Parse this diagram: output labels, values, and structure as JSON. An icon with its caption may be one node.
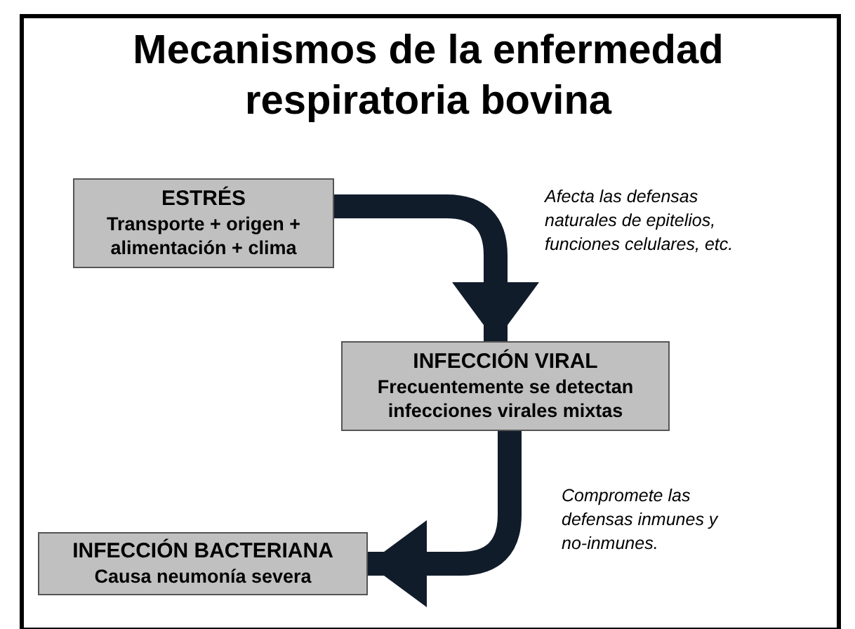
{
  "diagram": {
    "title": "Mecanismos de la enfermedad respiratoria bovina",
    "nodes": [
      {
        "text": [
          "ESTRÉS",
          "Transporte + origen + alimentación + clima"
        ]
      },
      {
        "text": [
          "INFECCIÓN VIRAL",
          "Frecuentemente se detectan infecciones virales mixtas"
        ]
      },
      {
        "text": [
          "INFECCIÓN BACTERIANA",
          "Causa neumonía severa"
        ]
      }
    ],
    "edges": [
      {
        "from": 0,
        "to": 1,
        "arrow": "to",
        "label": "Afecta las defensas naturales de epitelios, funciones celulares, etc."
      },
      {
        "from": 1,
        "to": 2,
        "arrow": "to",
        "label": "Compromete las defensas inmunes y no-inmunes."
      }
    ]
  }
}
